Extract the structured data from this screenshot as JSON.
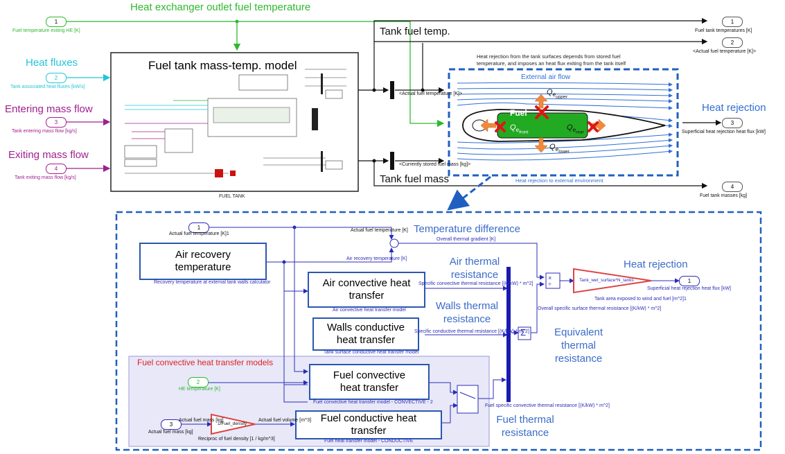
{
  "colors": {
    "green": "#2eb82e",
    "cyan": "#22c5d8",
    "magenta": "#a0208f",
    "blue": "#3a6cc8",
    "dark": "#0a0a0a",
    "red": "#d11",
    "annot": "#2b2bb8"
  },
  "inputs": [
    {
      "num": "1",
      "label": "Fuel temperature exiting HE [K]"
    },
    {
      "num": "2",
      "label": "Tank associated heat fluxes [kW/s]"
    },
    {
      "num": "3",
      "label": "Tank entering mass flow [kg/s]"
    },
    {
      "num": "4",
      "label": "Tank exiting mass flow [kg/s]"
    }
  ],
  "titles": {
    "he_outlet": "Heat exchanger outlet fuel temperature",
    "heat_fluxes": "Heat fluxes",
    "entering": "Entering mass flow",
    "exiting": "Exiting mass flow",
    "tank_model": "Fuel tank mass-temp. model",
    "fuel_tank": "FUEL TANK",
    "tank_fuel_temp": "Tank fuel temp.",
    "tank_fuel_mass": "Tank fuel mass",
    "heat_rejection": "Heat rejection",
    "heat_rejection_note": "Heat rejection from the tank surfaces depends from stored fuel temperature, and imposes an heat flux exiting from the tank itself",
    "actual_fuel_temp": "<Actual fuel temperature [K]>",
    "currently_stored": "<Currently stored fuel mass [kg]>",
    "external_air_flow": "External air flow",
    "fuel": "Fuel",
    "heat_rej_ext": "Heat rejection to external environment",
    "q_upper": "Qe upper",
    "q_front": "Qe front",
    "q_rear": "Qe rear",
    "q_lower": "Qe lower"
  },
  "outputs": [
    {
      "num": "1",
      "label": "Fuel tank temperatures [K]"
    },
    {
      "num": "2",
      "label": "<Actual fuel temperature [K]>"
    },
    {
      "num": "3",
      "label": "Superficial heat rejection heat flux [kW]"
    },
    {
      "num": "4",
      "label": "Fuel tank masses [kg]"
    }
  ],
  "detail": {
    "in1": "1",
    "in1_label": "Actual fuel temperature [K]1",
    "in2": "2",
    "in2_label": "HE temperature [K]",
    "in3": "3",
    "in3_label": "Actual fuel mass [kg]",
    "out1": "1",
    "out1_label": "Superficial heat rejection heat flux [kW]",
    "air_recovery": "Air recovery temperature",
    "air_recovery_sub": "Recovery temperature at external tank walls calculator",
    "air_conv": "Air convective heat transfer",
    "air_conv_sub": "Air convective heat transfer model",
    "walls_cond": "Walls conductive heat transfer",
    "walls_cond_sub": "Tank surface conductive heat transfer model",
    "fuel_conv": "Fuel convective heat transfer",
    "fuel_conv_sub": "Fuel convective heat transfer model - CONVECTIVE - 2",
    "fuel_cond": "Fuel conductive heat transfer",
    "fuel_cond_sub": "Fuel heat transfer model - CONDUCTIVE",
    "temp_diff": "Temperature difference",
    "air_thermal": "Air thermal resistance",
    "walls_thermal": "Walls thermal resistance",
    "equiv_thermal": "Equivalent thermal resistance",
    "fuel_thermal": "Fuel thermal resistance",
    "heat_rejection": "Heat rejection",
    "fuel_conv_models": "Fuel convective heat transfer models",
    "gain": "Tank_wet_surface*N_tanks",
    "gain_sub": "Tank area exposed to wind and fuel [m^2]1",
    "recip": "1/Fuel_density",
    "recip_sub": "Reciproc of fuel density [1 / kg/m^3]",
    "sig_actual_temp": "Actual fuel temperature [K]",
    "sig_overall_grad": "Overall thermal gradient [K]",
    "sig_air_recovery": "Air recovery temperature [K]",
    "sig_air_res": "Specific convective thermal resistance [(K/kW) * m^2]",
    "sig_walls_res": "Specific conductive thermal resistance [(K/kW) * m^2]",
    "sig_overall_res": "Overall specific surface thermal resistance [(K/kW) * m^2]",
    "sig_fuel_res": "Fuel specific convective thermal resistance [(K/kW) * m^2]",
    "sig_fuel_mass": "Actual fuel mass [kg]",
    "sig_fuel_vol": "Actual fuel volume [m^3]"
  }
}
